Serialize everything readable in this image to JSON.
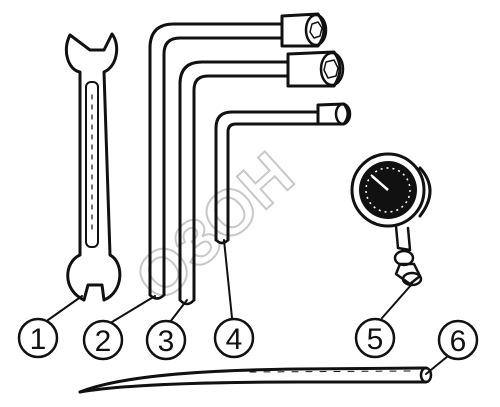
{
  "watermark": "ОЗОН",
  "callouts": [
    {
      "id": "1",
      "label": "1"
    },
    {
      "id": "2",
      "label": "2"
    },
    {
      "id": "3",
      "label": "3"
    },
    {
      "id": "4",
      "label": "4"
    },
    {
      "id": "5",
      "label": "5"
    },
    {
      "id": "6",
      "label": "6"
    }
  ],
  "colors": {
    "ink": "#111111",
    "watermark": "#c8c8c8",
    "background": "#ffffff"
  }
}
